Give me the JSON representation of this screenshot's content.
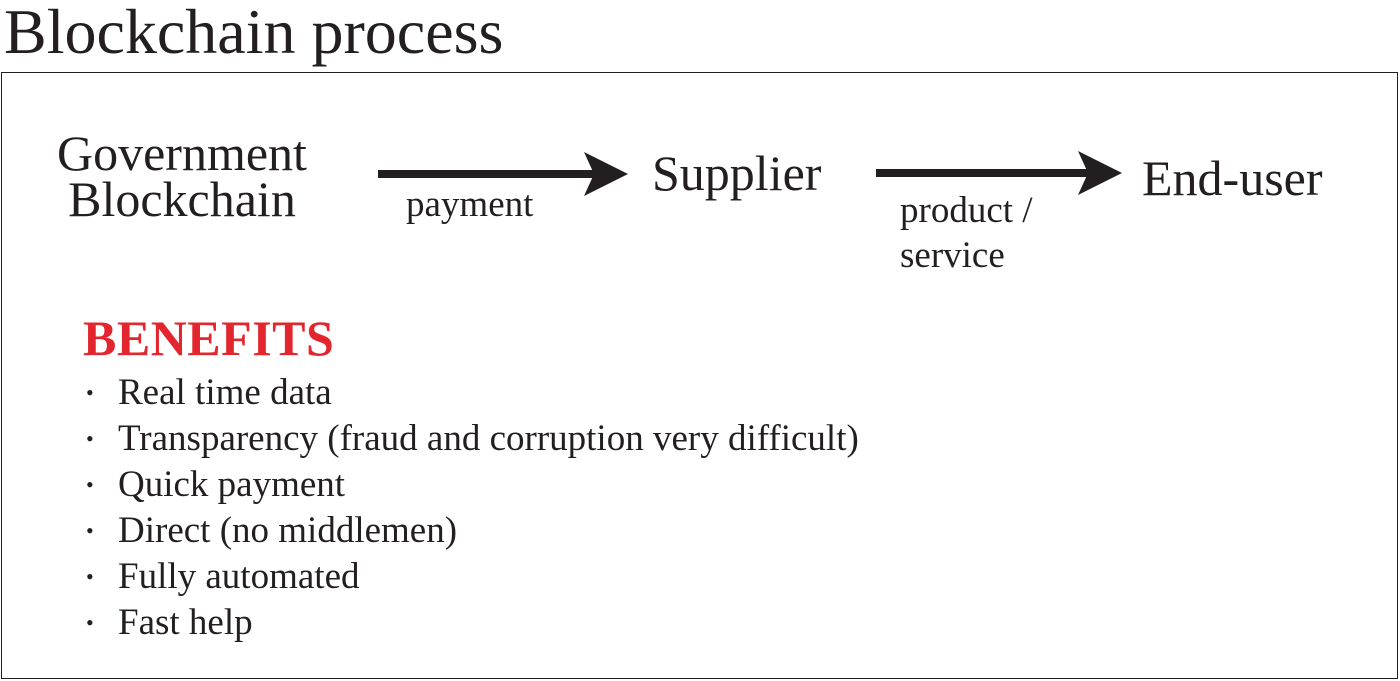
{
  "title": "Blockchain process",
  "flow": {
    "source_lines": [
      "Government",
      "Blockchain"
    ],
    "middle": "Supplier",
    "target": "End-user",
    "edge1_label": "payment",
    "edge2_label_lines": [
      "product /",
      "service"
    ]
  },
  "benefits": {
    "heading": "BENEFITS",
    "bullet": "•",
    "items": [
      "Real time data",
      "Transparency (fraud and corruption very difficult)",
      "Quick payment",
      "Direct (no middlemen)",
      "Fully automated",
      "Fast help"
    ]
  },
  "colors": {
    "text": "#231f20",
    "heading_accent": "#e3262e",
    "arrow": "#231f20"
  }
}
